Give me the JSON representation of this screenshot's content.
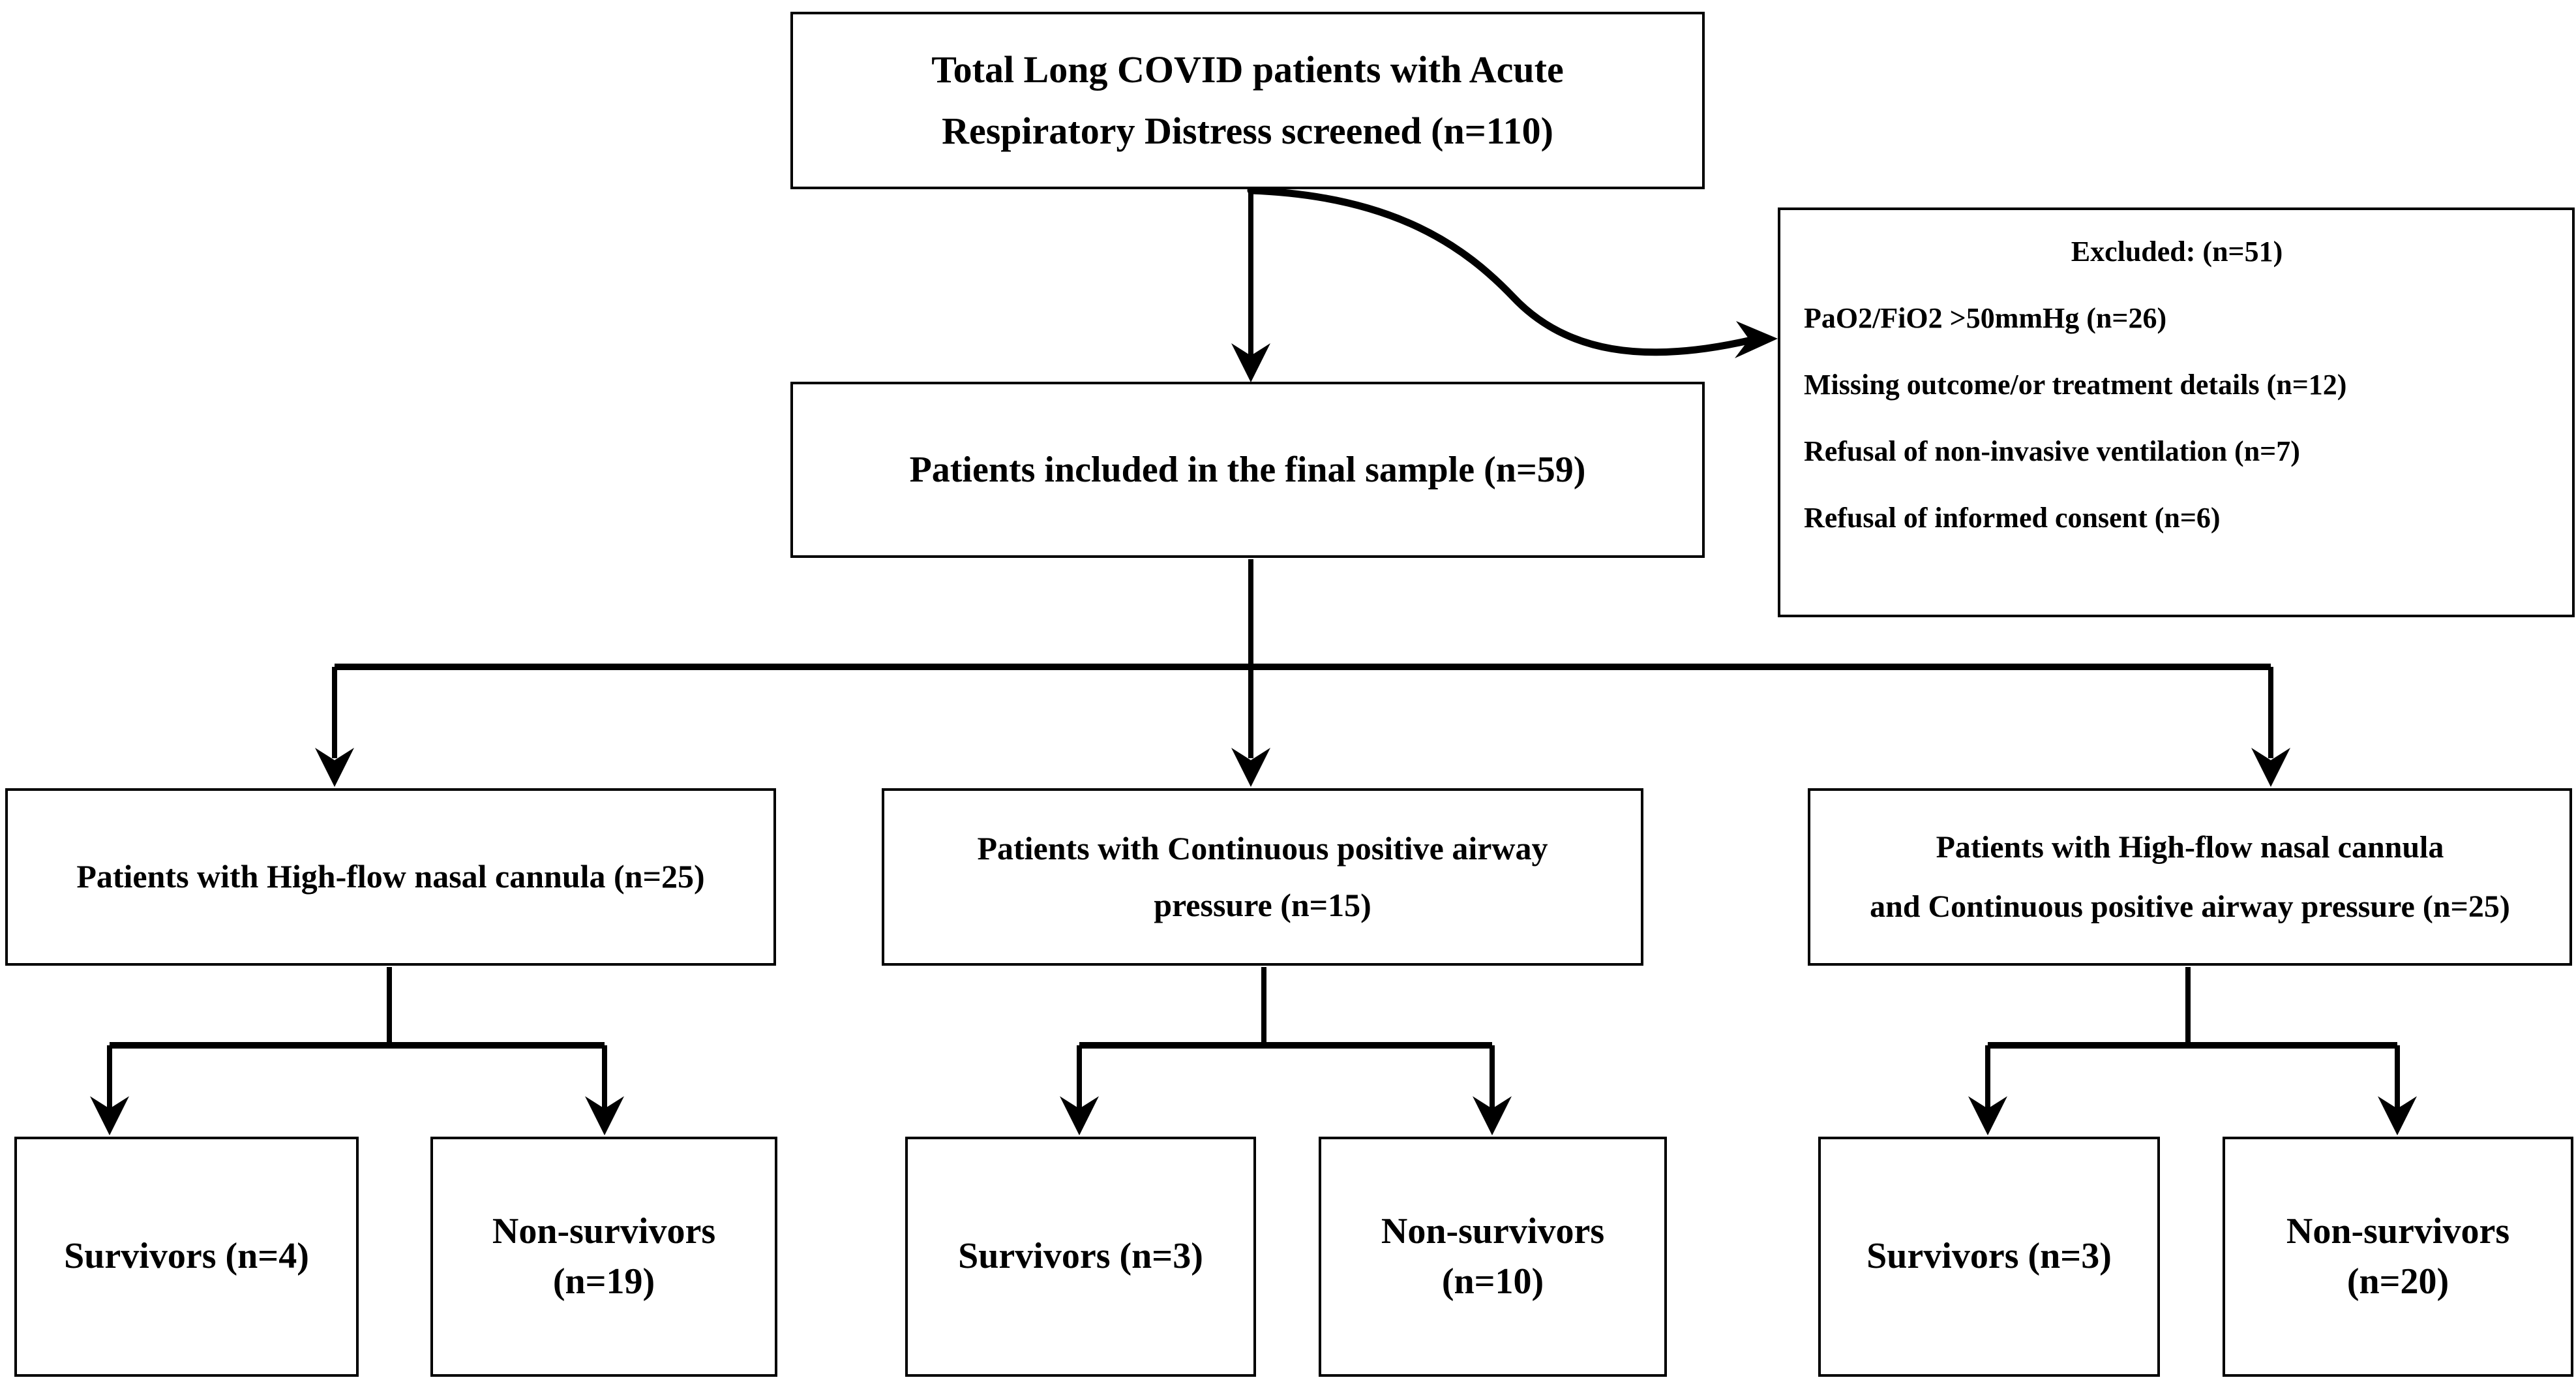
{
  "figure": {
    "type": "flowchart",
    "title": "Patient screening, inclusion and treatment-arm flow diagram"
  },
  "nodes": {
    "screened": {
      "line1": "Total Long COVID patients with Acute",
      "line2": "Respiratory Distress screened (n=110)"
    },
    "excluded": {
      "title": "Excluded: (n=51)",
      "reasons": [
        "PaO2/FiO2 >50mmHg (n=26)",
        "Missing outcome/or treatment details (n=12)",
        "Refusal of non-invasive ventilation (n=7)",
        "Refusal of informed consent (n=6)"
      ]
    },
    "included": {
      "line1": "Patients included in the final sample (n=59)"
    },
    "arm_hfnc": {
      "line1": "Patients with High-flow nasal cannula (n=25)"
    },
    "arm_cpap": {
      "line1": "Patients with Continuous positive airway",
      "line2": "pressure (n=15)"
    },
    "arm_both": {
      "line1": "Patients with High-flow nasal cannula",
      "line2": "and Continuous positive airway pressure (n=25)"
    },
    "outcomes": {
      "hfnc_survivors": {
        "line1": "Survivors (n=4)",
        "line2": ""
      },
      "hfnc_nonsurvivors": {
        "line1": "Non-survivors",
        "line2": "(n=19)"
      },
      "cpap_survivors": {
        "line1": "Survivors (n=3)",
        "line2": ""
      },
      "cpap_nonsurvivors": {
        "line1": "Non-survivors",
        "line2": "(n=10)"
      },
      "both_survivors": {
        "line1": "Survivors (n=3)",
        "line2": ""
      },
      "both_nonsurvivors": {
        "line1": "Non-survivors",
        "line2": "(n=20)"
      }
    }
  },
  "chart_data": {
    "type": "flowchart",
    "title": "Patient screening, inclusion and treatment-arm flow diagram",
    "counts": {
      "screened": 110,
      "excluded_total": 51,
      "excluded_pao2_fio2_gt_50mmhg": 26,
      "excluded_missing_outcome_or_treatment_details": 12,
      "excluded_refusal_of_non_invasive_ventilation": 7,
      "excluded_refusal_of_informed_consent": 6,
      "included_final_sample": 59,
      "arm_high_flow_nasal_cannula": 25,
      "arm_continuous_positive_airway_pressure": 15,
      "arm_hfnc_and_cpap": 25,
      "hfnc_survivors": 4,
      "hfnc_non_survivors": 19,
      "cpap_survivors": 3,
      "cpap_non_survivors": 10,
      "both_survivors": 3,
      "both_non_survivors": 20
    },
    "edges": [
      {
        "from": "screened",
        "to": "excluded",
        "style": "curved-arrow"
      },
      {
        "from": "screened",
        "to": "included",
        "style": "straight-arrow"
      },
      {
        "from": "included",
        "to": "arm_hfnc",
        "style": "elbow-arrow"
      },
      {
        "from": "included",
        "to": "arm_cpap",
        "style": "elbow-arrow"
      },
      {
        "from": "included",
        "to": "arm_both",
        "style": "elbow-arrow"
      },
      {
        "from": "arm_hfnc",
        "to": "hfnc_survivors",
        "style": "elbow-arrow"
      },
      {
        "from": "arm_hfnc",
        "to": "hfnc_nonsurvivors",
        "style": "elbow-arrow"
      },
      {
        "from": "arm_cpap",
        "to": "cpap_survivors",
        "style": "elbow-arrow"
      },
      {
        "from": "arm_cpap",
        "to": "cpap_nonsurvivors",
        "style": "elbow-arrow"
      },
      {
        "from": "arm_both",
        "to": "both_survivors",
        "style": "elbow-arrow"
      },
      {
        "from": "arm_both",
        "to": "both_nonsurvivors",
        "style": "elbow-arrow"
      }
    ],
    "colors": {
      "stroke": "#000000",
      "fill": "#ffffff",
      "text": "#000000"
    }
  }
}
